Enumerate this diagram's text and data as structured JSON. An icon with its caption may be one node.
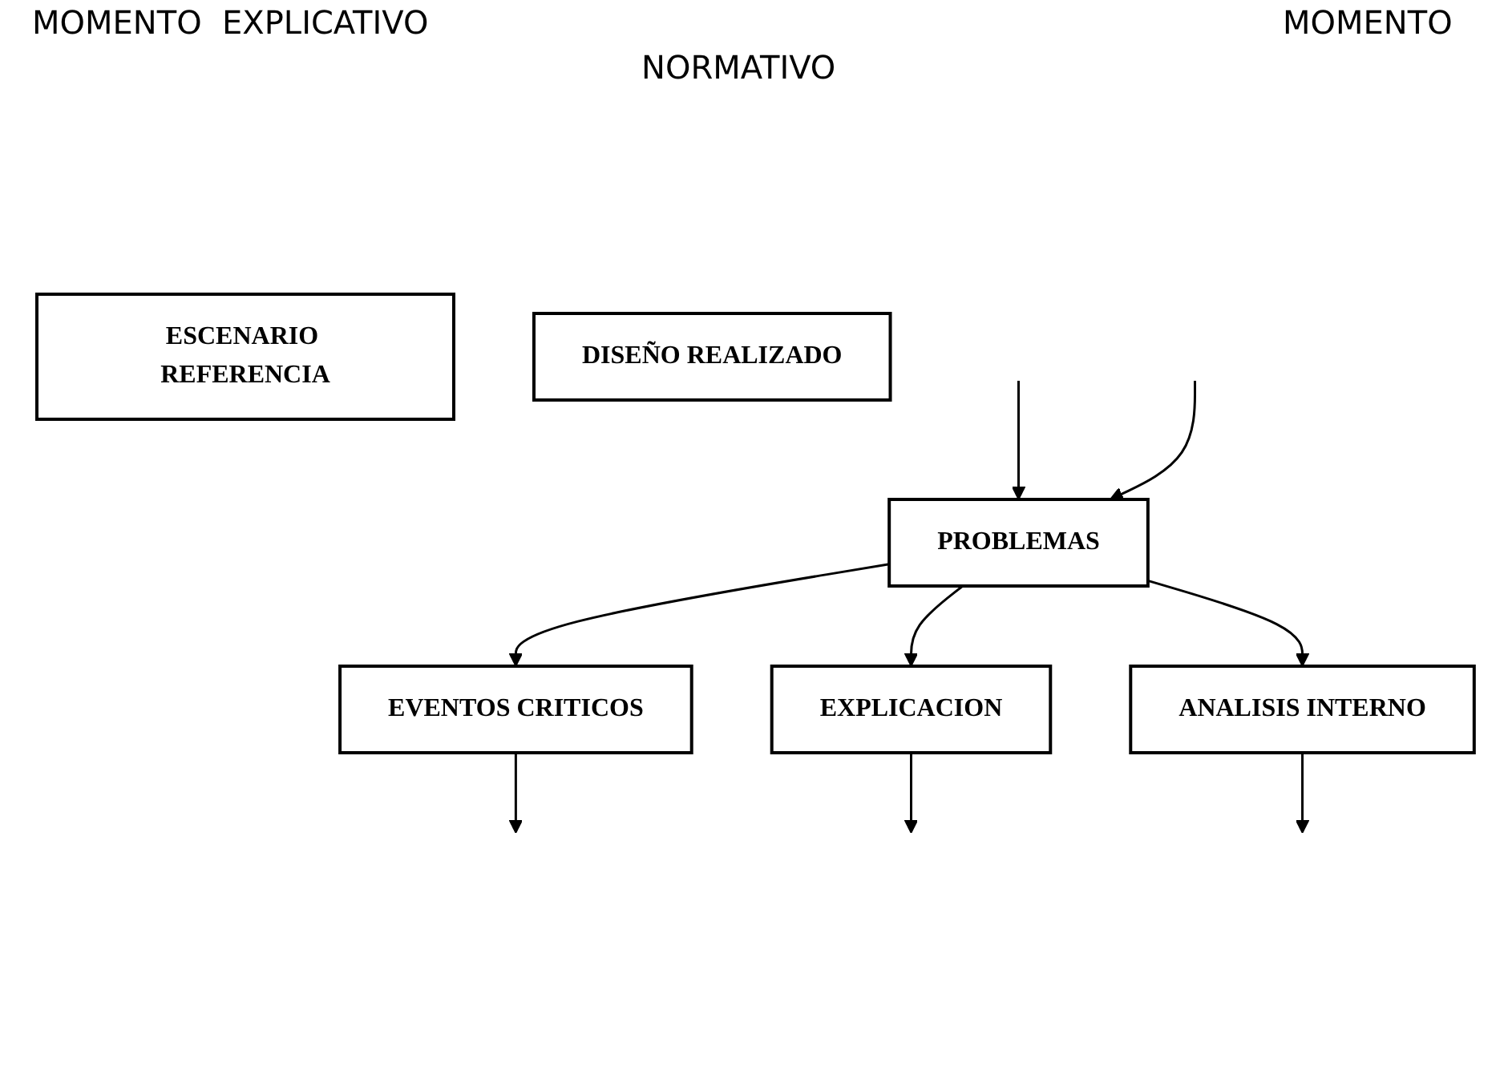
{
  "diagram": {
    "nodes": [
      {
        "text": [
          "ESCENARIO REFERENCIA"
        ]
      },
      {
        "text": [
          "DISEÑO REALIZADO"
        ]
      },
      {
        "text": [
          "PROBLEMAS"
        ]
      },
      {
        "text": [
          "EVENTOS CRITICOS"
        ]
      },
      {
        "text": [
          "EXPLICACION"
        ]
      },
      {
        "text": [
          "ANALISIS INTERNO"
        ]
      }
    ],
    "edges": [
      {
        "from": null,
        "to": 2,
        "arrow": "to"
      },
      {
        "from": null,
        "to": 2,
        "arrow": "to"
      },
      {
        "from": 2,
        "to": 3,
        "arrow": "to"
      },
      {
        "from": 2,
        "to": 4,
        "arrow": "to"
      },
      {
        "from": 2,
        "to": 5,
        "arrow": "to"
      },
      {
        "from": 3,
        "to": null,
        "arrow": "to"
      },
      {
        "from": 4,
        "to": null,
        "arrow": "to"
      },
      {
        "from": 5,
        "to": null,
        "arrow": "to"
      }
    ],
    "labels": [
      "MOMENTO  EXPLICATIVO",
      "MOMENTO",
      "NORMATIVO"
    ]
  }
}
